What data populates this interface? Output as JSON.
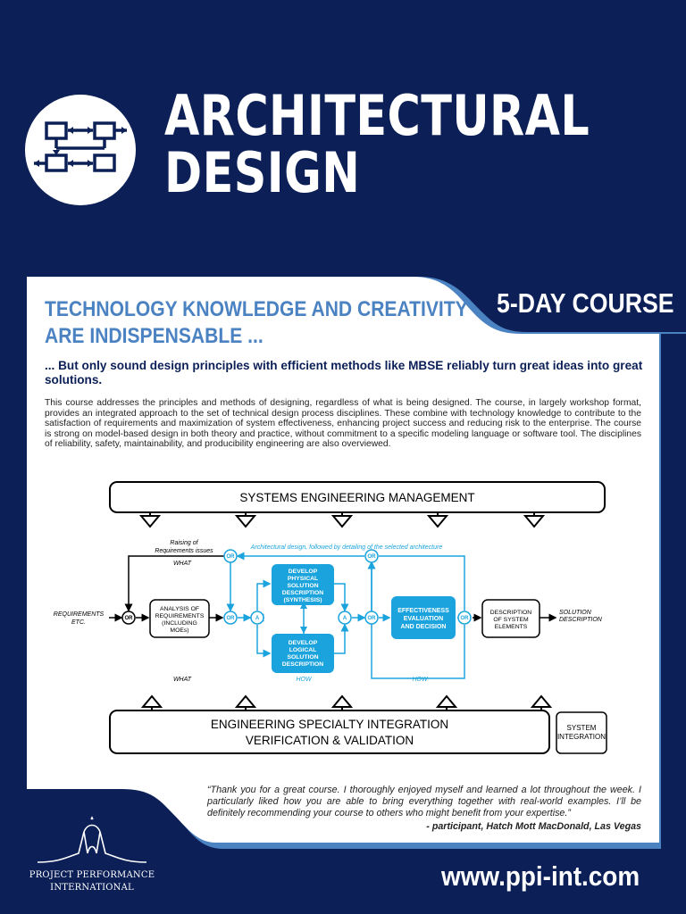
{
  "title": {
    "line1": "ARCHITECTURAL",
    "line2": "DESIGN"
  },
  "course_badge": "5-DAY COURSE",
  "headline": {
    "line1": "TECHNOLOGY KNOWLEDGE AND CREATIVITY",
    "line2": "ARE INDISPENSABLE ..."
  },
  "subhead": "... But only sound design principles with efficient methods like MBSE reliably turn great ideas into great solutions.",
  "body": "This course addresses the principles and methods of designing, regardless of what is being designed. The course, in largely workshop format, provides an integrated approach to the set of technical design process disciplines. These combine with technology knowledge to contribute to the satisfaction of requirements and maximization of system effectiveness, enhancing project success and reducing risk to the enterprise. The course is strong on model-based design in both theory and practice, without commitment to a specific modeling language or software tool. The disciplines of reliability, safety, maintainability, and producibility engineering are also overviewed.",
  "diagram": {
    "sem": "SYSTEMS ENGINEERING MANAGEMENT",
    "esi_line1": "ENGINEERING SPECIALTY INTEGRATION",
    "esi_line2": "VERIFICATION & VALIDATION",
    "system_integration_line1": "SYSTEM",
    "system_integration_line2": "INTEGRATION",
    "raising_line1": "Raising of",
    "raising_line2": "Requirements issues",
    "arch_note": "Architectural design, followed by detailing of the selected architecture",
    "what": "WHAT",
    "how": "HOW",
    "requirements_line1": "REQUIREMENTS",
    "requirements_line2": "ETC.",
    "analysis_line1": "ANALYSIS OF",
    "analysis_line2": "REQUIREMENTS",
    "analysis_line3": "(INCLUDING",
    "analysis_line4": "MOEs)",
    "physical_line1": "DEVELOP",
    "physical_line2": "PHYSICAL",
    "physical_line3": "SOLUTION",
    "physical_line4": "DESCRIPTION",
    "physical_line5": "(SYNTHESIS)",
    "logical_line1": "DEVELOP",
    "logical_line2": "LOGICAL",
    "logical_line3": "SOLUTION",
    "logical_line4": "DESCRIPTION",
    "effectiveness_line1": "EFFECTIVENESS",
    "effectiveness_line2": "EVALUATION",
    "effectiveness_line3": "AND DECISION",
    "description_line1": "DESCRIPTION",
    "description_line2": "OF SYSTEM",
    "description_line3": "ELEMENTS",
    "solution_line1": "SOLUTION",
    "solution_line2": "DESCRIPTION",
    "or": "OR",
    "a": "A"
  },
  "quote": "“Thank you for a great course. I thoroughly enjoyed myself and learned a lot throughout the week. I particularly liked how you are able to bring everything together with real-world examples. I’ll be definitely recommending your course to others who might benefit from your expertise.”",
  "quote_attribution": "- participant, Hatch Mott MacDonald, Las Vegas",
  "org": {
    "line1": "PROJECT PERFORMANCE",
    "line2": "INTERNATIONAL"
  },
  "url": "www.ppi-int.com",
  "colors": {
    "navy": "#0c2057",
    "accent_blue": "#4b82c2",
    "diagram_cyan": "#1ba3dd",
    "white": "#ffffff"
  }
}
